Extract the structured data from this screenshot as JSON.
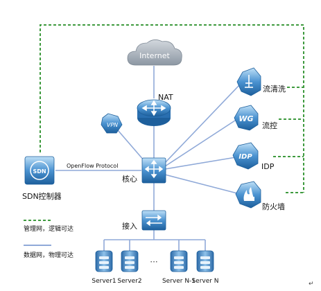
{
  "nodes": {
    "internet": "Internet",
    "nat": "NAT",
    "vpn": "VPN",
    "core": "核心",
    "access": "接入",
    "sdn_badge": "SDN",
    "sdn_label": "SDN控制器",
    "openflow": "OpenFlow Protocol",
    "flow_clean": "流清洗",
    "wg_badge": "WG",
    "flow_ctrl": "流控",
    "idp_badge": "IDP",
    "idp_label": "IDP",
    "firewall": "防火墙"
  },
  "servers": [
    "Server1",
    "Server2",
    "···",
    "Server N-1",
    "Server N"
  ],
  "legend": {
    "mgmt": "管理网，逻辑可达",
    "data": "数据网，物理可达"
  },
  "corner_mark": "↵",
  "colors": {
    "mgmt_line": "#3e9a3e",
    "data_line": "#8fa9d8",
    "device": "#2f73b8",
    "device_light": "#9cc6ea",
    "cloud": "#9aa6b2"
  }
}
